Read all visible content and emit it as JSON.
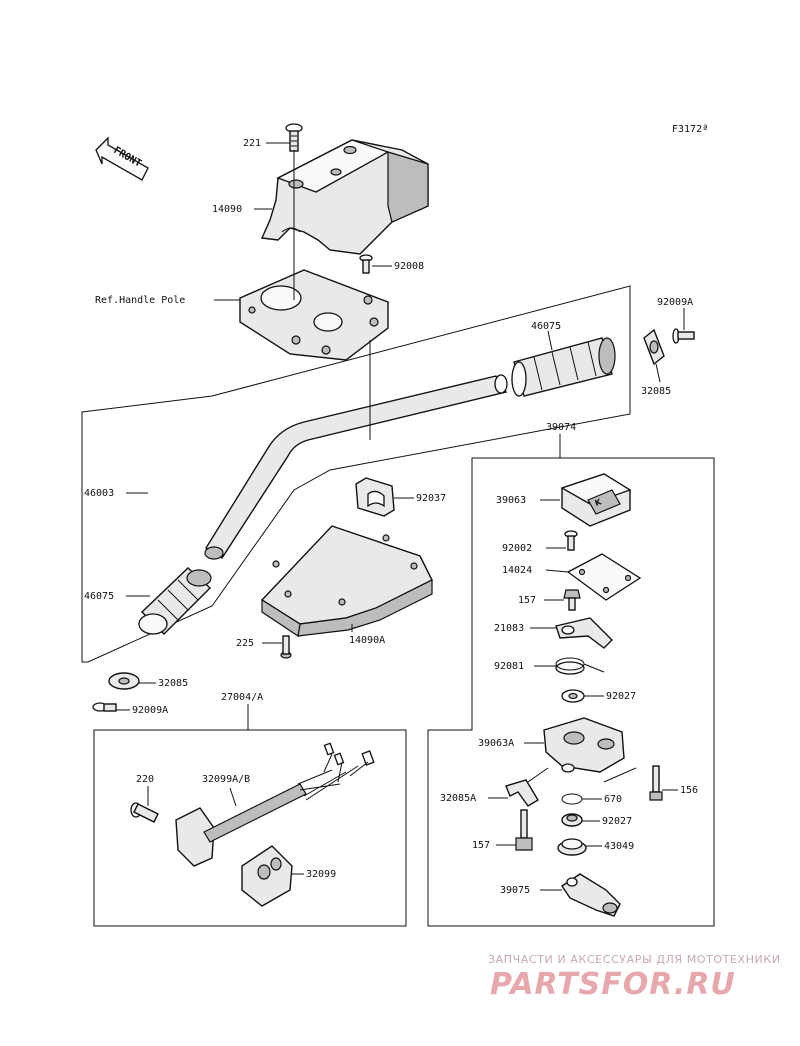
{
  "figure_code": "F3172ª",
  "front_marker": "FRONT",
  "labels": {
    "p221": "221",
    "p14090": "14090",
    "p92008": "92008",
    "ref_handle_pole": "Ref.Handle Pole",
    "p92009A_top": "92009A",
    "p46075_top": "46075",
    "p32085_top": "32085",
    "p39074": "39074",
    "p46003": "46003",
    "p92037": "92037",
    "p39063": "39063",
    "p92002": "92002",
    "p14024": "14024",
    "p157_top": "157",
    "p21083": "21083",
    "p46075_left": "46075",
    "p225": "225",
    "p14090A": "14090A",
    "p92081": "92081",
    "p92027_top": "92027",
    "p32085_left": "32085",
    "p92009A_left": "92009A",
    "p27004A": "27004/A",
    "p39063A": "39063A",
    "p220": "220",
    "p32099AB": "32099A/B",
    "p156": "156",
    "p32085A": "32085A",
    "p670": "670",
    "p92027_bottom": "92027",
    "p157_bottom": "157",
    "p43049": "43049",
    "p32099": "32099",
    "p39075": "39075"
  },
  "watermark": {
    "tagline": "ЗАПЧАСТИ И АКСЕССУАРЫ ДЛЯ МОТОТЕХНИКИ",
    "brand": "PARTSFOR.RU"
  }
}
